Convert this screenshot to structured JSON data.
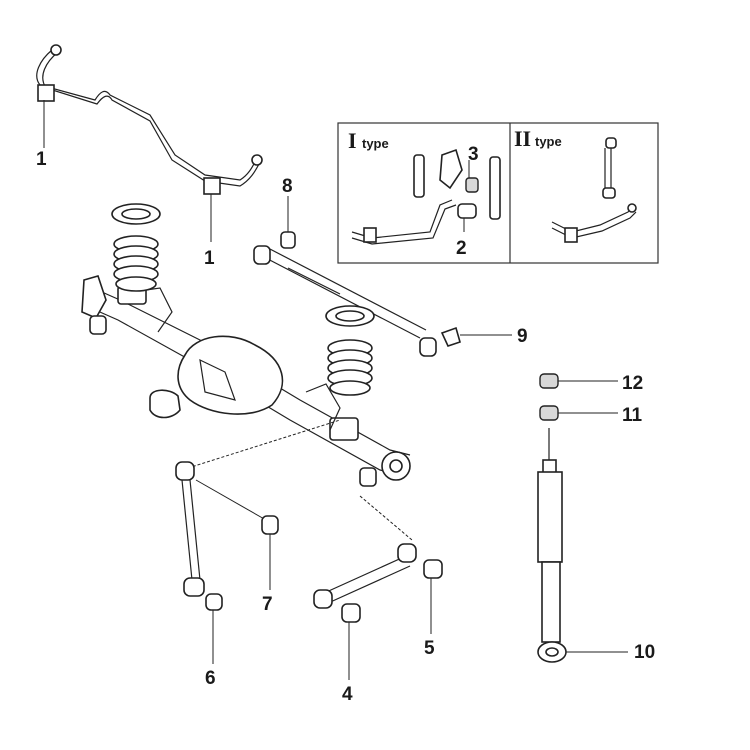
{
  "diagram": {
    "callouts": {
      "c1a": "1",
      "c1b": "1",
      "c2": "2",
      "c3": "3",
      "c4": "4",
      "c5": "5",
      "c6": "6",
      "c7": "7",
      "c8": "8",
      "c9": "9",
      "c10": "10",
      "c11": "11",
      "c12": "12"
    },
    "inset": {
      "type1_roman": "I",
      "type1_word": "type",
      "type2_roman": "II",
      "type2_word": "type"
    },
    "colors": {
      "line": "#222222",
      "background": "#ffffff",
      "shade": "#d8d8d8"
    }
  }
}
